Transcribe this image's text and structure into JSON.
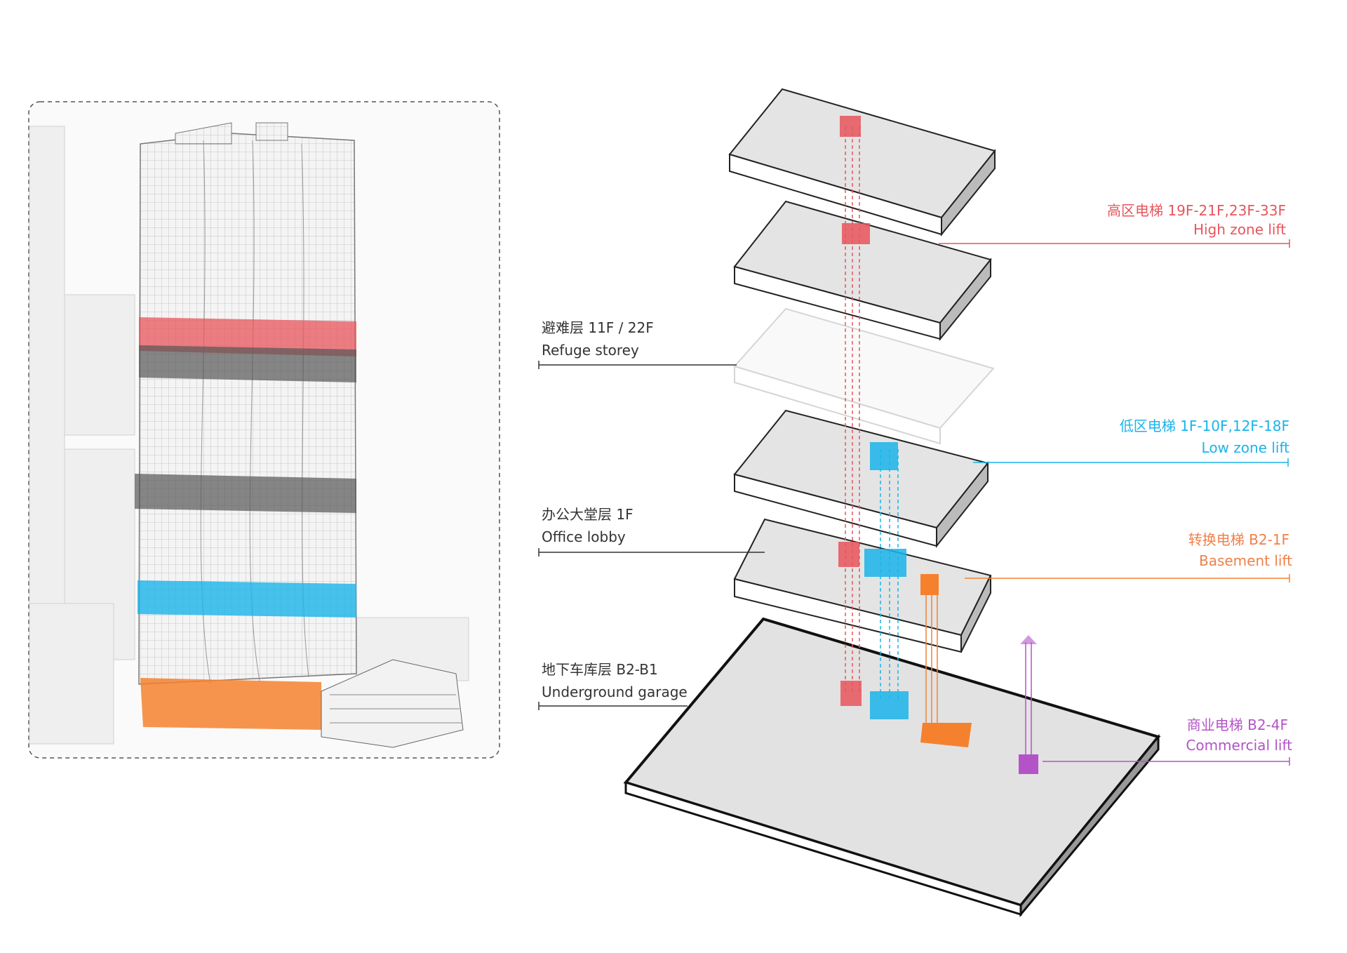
{
  "colors": {
    "high_zone": "#e8555c",
    "low_zone": "#1ab4ea",
    "basement": "#f5812f",
    "commercial": "#b453c8",
    "refuge_band": "#555555",
    "leader_dark": "#333333"
  },
  "left_labels": [
    {
      "cn": "避难层 11F / 22F",
      "en": "Refuge storey"
    },
    {
      "cn": "办公大堂层 1F",
      "en": "Office lobby"
    },
    {
      "cn": "地下车库层 B2-B1",
      "en": "Underground garage"
    }
  ],
  "right_labels": [
    {
      "cn": "高区电梯 19F-21F,23F-33F",
      "en": "High zone lift"
    },
    {
      "cn": "低区电梯  1F-10F,12F-18F",
      "en": "Low zone lift"
    },
    {
      "cn": "转换电梯 B2-1F",
      "en": "Basement lift"
    },
    {
      "cn": "商业电梯 B2-4F",
      "en": "Commercial lift"
    }
  ]
}
